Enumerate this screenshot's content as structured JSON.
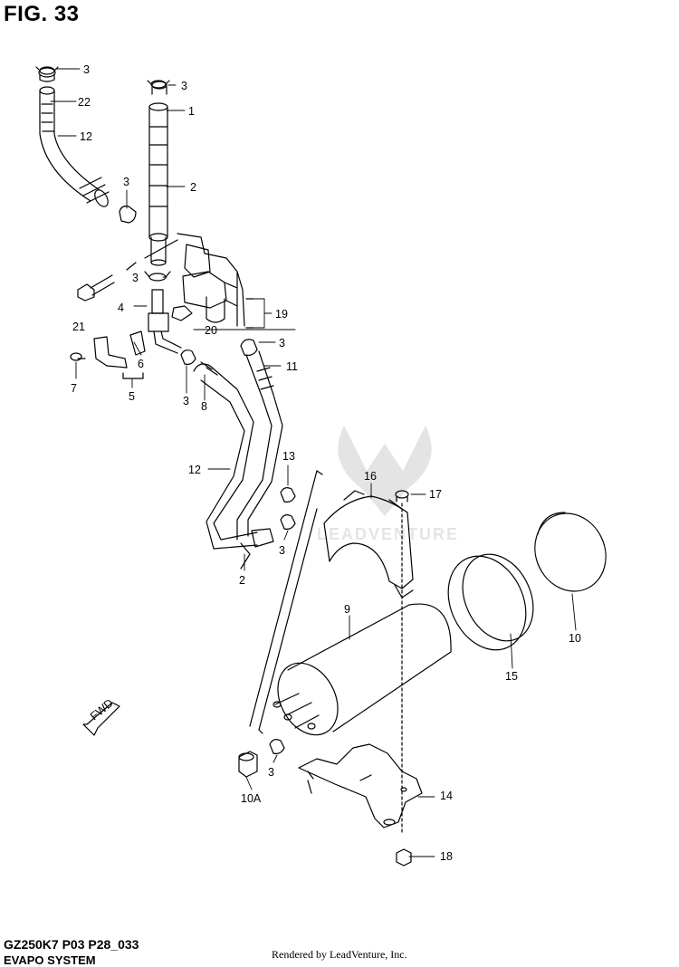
{
  "figure": {
    "title": "FIG. 33",
    "code": "GZ250K7 P03 P28_033",
    "section": "EVAPO SYSTEM",
    "rendered_by": "Rendered by LeadVenture, Inc.",
    "watermark": "LEADVENTURE",
    "fwd_label": "FWD"
  },
  "callouts": [
    {
      "id": "c-3a",
      "text": "3"
    },
    {
      "id": "c-22",
      "text": "22"
    },
    {
      "id": "c-12a",
      "text": "12"
    },
    {
      "id": "c-3b",
      "text": "3"
    },
    {
      "id": "c-1",
      "text": "1"
    },
    {
      "id": "c-2a",
      "text": "2"
    },
    {
      "id": "c-3c",
      "text": "3"
    },
    {
      "id": "c-3d",
      "text": "3"
    },
    {
      "id": "c-21",
      "text": "21"
    },
    {
      "id": "c-4",
      "text": "4"
    },
    {
      "id": "c-19",
      "text": "19"
    },
    {
      "id": "c-20",
      "text": "20"
    },
    {
      "id": "c-3e",
      "text": "3"
    },
    {
      "id": "c-11",
      "text": "11"
    },
    {
      "id": "c-6",
      "text": "6"
    },
    {
      "id": "c-7",
      "text": "7"
    },
    {
      "id": "c-5",
      "text": "5"
    },
    {
      "id": "c-3f",
      "text": "3"
    },
    {
      "id": "c-8",
      "text": "8"
    },
    {
      "id": "c-13",
      "text": "13"
    },
    {
      "id": "c-16",
      "text": "16"
    },
    {
      "id": "c-17",
      "text": "17"
    },
    {
      "id": "c-12b",
      "text": "12"
    },
    {
      "id": "c-3g",
      "text": "3"
    },
    {
      "id": "c-2b",
      "text": "2"
    },
    {
      "id": "c-9",
      "text": "9"
    },
    {
      "id": "c-10",
      "text": "10"
    },
    {
      "id": "c-15",
      "text": "15"
    },
    {
      "id": "c-3h",
      "text": "3"
    },
    {
      "id": "c-10A",
      "text": "10A"
    },
    {
      "id": "c-14",
      "text": "14"
    },
    {
      "id": "c-18",
      "text": "18"
    }
  ]
}
